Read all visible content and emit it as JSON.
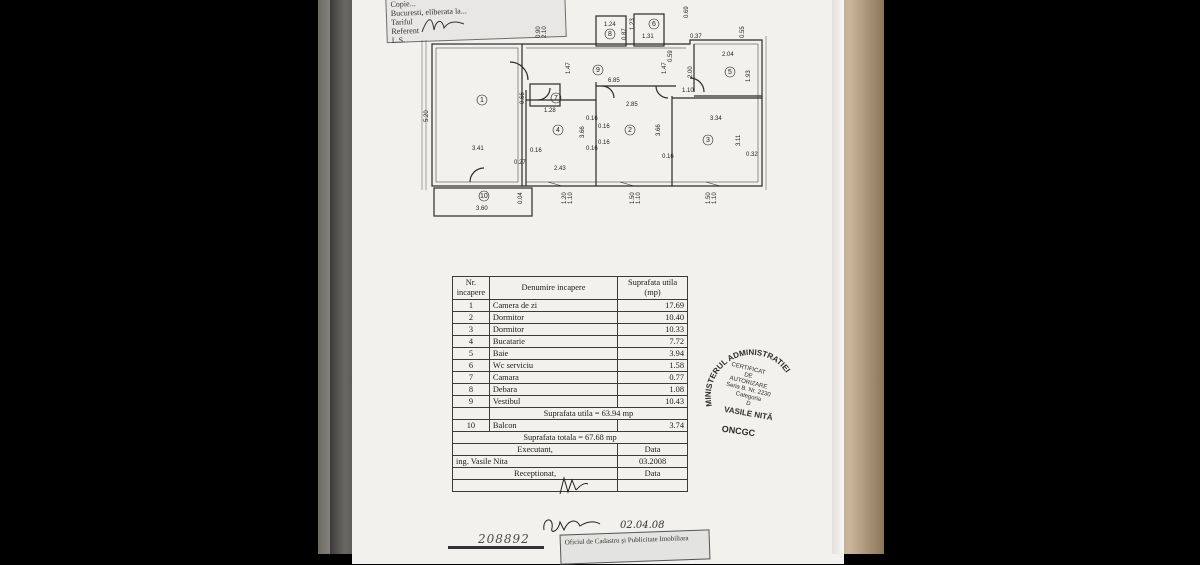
{
  "stamp_top": {
    "lines": [
      "Copie...",
      "Bucuresti, eliberata la...",
      "Tariful",
      "Referent",
      "L.S."
    ]
  },
  "plan": {
    "rooms": [
      "1",
      "2",
      "3",
      "4",
      "5",
      "6",
      "7",
      "8",
      "9",
      "10"
    ],
    "dimensions": {
      "d520": "5.20",
      "d341": "3.41",
      "d360": "3.60",
      "d066": "0.66",
      "d027": "0.27",
      "d016a": "0.16",
      "d004": "0.04",
      "d128": "1.28",
      "d147": "1.47",
      "d366a": "3.66",
      "d016b": "0.16",
      "d016c": "0.16",
      "d243": "2.43",
      "d685": "6.85",
      "d285": "2.85",
      "d366b": "3.66",
      "d016d": "0.16",
      "d334": "3.34",
      "d311": "3.11",
      "d032": "0.32",
      "d204": "2.04",
      "d193": "1.93",
      "d110": "1.10",
      "d147b": "1.47",
      "d037": "0.37",
      "d124": "1.24",
      "d131": "1.31",
      "d087": "0.87",
      "d123": "1.23",
      "d069": "0.69",
      "d090": "0.90",
      "d210": "2.10",
      "d120": "1.20",
      "d110b": "1.10",
      "d150a": "1.50",
      "d110c": "1.10",
      "d150b": "1.50",
      "d110d": "1.10",
      "d055": "0.55",
      "d059": "0.59",
      "d200": "2.00",
      "d016e": "0.16",
      "d016f": "0.16"
    }
  },
  "table": {
    "headers": {
      "nr": "Nr. incapere",
      "name": "Denumire incapere",
      "area": "Suprafata utila (mp)"
    },
    "rows": [
      {
        "nr": "1",
        "name": "Camera de zi",
        "area": "17.69"
      },
      {
        "nr": "2",
        "name": "Dormitor",
        "area": "10.40"
      },
      {
        "nr": "3",
        "name": "Dormitor",
        "area": "10.33"
      },
      {
        "nr": "4",
        "name": "Bucatarie",
        "area": "7.72"
      },
      {
        "nr": "5",
        "name": "Baie",
        "area": "3.94"
      },
      {
        "nr": "6",
        "name": "Wc serviciu",
        "area": "1.58"
      },
      {
        "nr": "7",
        "name": "Camara",
        "area": "0.77"
      },
      {
        "nr": "8",
        "name": "Debara",
        "area": "1.08"
      },
      {
        "nr": "9",
        "name": "Vestibul",
        "area": "10.43"
      }
    ],
    "subtotal": "Suprafata utila = 63.94 mp",
    "balcony": {
      "nr": "10",
      "name": "Balcon",
      "area": "3.74"
    },
    "total": "Suprafata totala = 67.68 mp",
    "executant_label": "Executant,",
    "date_label": "Data",
    "executant_name": "ing. Vasile Nita",
    "executant_date": "03.2008",
    "receptionist_label": "Receptionat,",
    "date_label_2": "Data"
  },
  "stamp_round": {
    "arc_text": "MINISTERUL ADMINISTRATIEI",
    "line1": "CERTIFICAT",
    "line2": "DE",
    "line3": "AUTORIZARE",
    "line4": "Seria B. Nr. 2230",
    "line5": "Categoria",
    "line6": "D",
    "name": "VASILE NITĂ",
    "footer": "ONCGC"
  },
  "bottom": {
    "number": "208892",
    "date": "02.04.08",
    "stamp": "Oficiul de Cadastru și Publicitate Imobiliara"
  }
}
